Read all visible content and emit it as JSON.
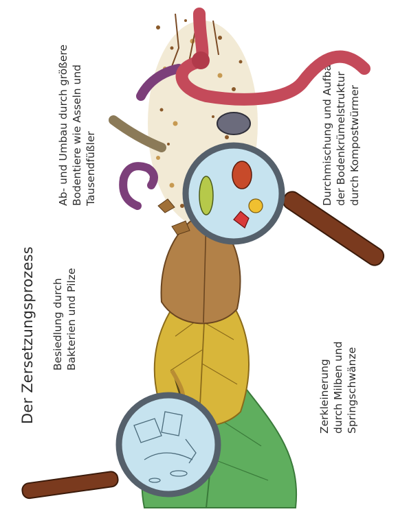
{
  "title": "Der Zersetzungsprozess",
  "captions": {
    "besiedlung": [
      "Besiedlung durch",
      "Bakterien und Pilze"
    ],
    "zerkleinerung": [
      "Zerkleinerung",
      "durch Milben und",
      "Springschwänze"
    ],
    "abbau": [
      "Ab- und Umbau durch größere",
      "Bodentiere wie Asseln und",
      "Tausendfüßler"
    ],
    "durchmischung": [
      "Durchmischung und Aufbau",
      "der Bodenkrümelstruktur",
      "durch Kompostwürmer"
    ]
  },
  "colors": {
    "green_leaf": "#5fae5e",
    "yellow_leaf": "#d8b63a",
    "brown_leaf": "#a5722f",
    "magnifier_rim": "#55606b",
    "magnifier_glass": "#c6e3ef",
    "handle": "#7a3a1e",
    "worm": "#c44a5a",
    "millipede": "#7c3f7a"
  }
}
